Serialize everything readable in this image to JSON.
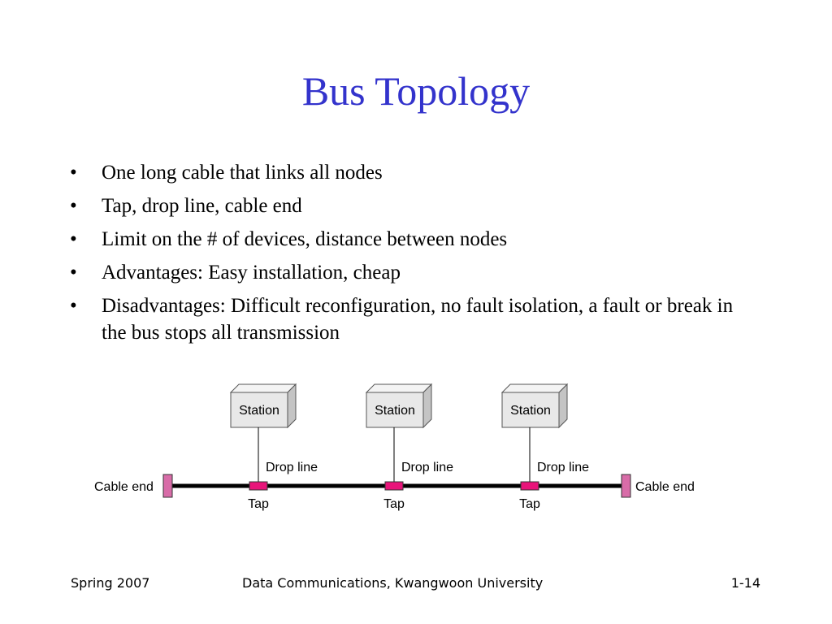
{
  "slide": {
    "title": "Bus Topology",
    "bullets": [
      "One long cable that links all nodes",
      "Tap, drop line, cable end",
      "Limit on the # of devices, distance between nodes",
      "Advantages: Easy installation, cheap",
      "Disadvantages: Difficult reconfiguration, no fault isolation, a fault or break in the bus stops all transmission"
    ],
    "bullet_symbol": "•"
  },
  "diagram": {
    "stations": [
      {
        "label": "Station",
        "drop_label": "Drop line",
        "tap_label": "Tap"
      },
      {
        "label": "Station",
        "drop_label": "Drop line",
        "tap_label": "Tap"
      },
      {
        "label": "Station",
        "drop_label": "Drop line",
        "tap_label": "Tap"
      }
    ],
    "cable_end_left": "Cable end",
    "cable_end_right": "Cable end",
    "colors": {
      "tap": "#e8147a",
      "cable_end": "#d86ca8",
      "station_front": "#e8e8e8",
      "station_top": "#f4f4f4",
      "station_side": "#c4c4c4",
      "bus": "#000000"
    }
  },
  "footer": {
    "left": "Spring 2007",
    "center": "Data Communications, Kwangwoon University",
    "right": "1-14"
  }
}
